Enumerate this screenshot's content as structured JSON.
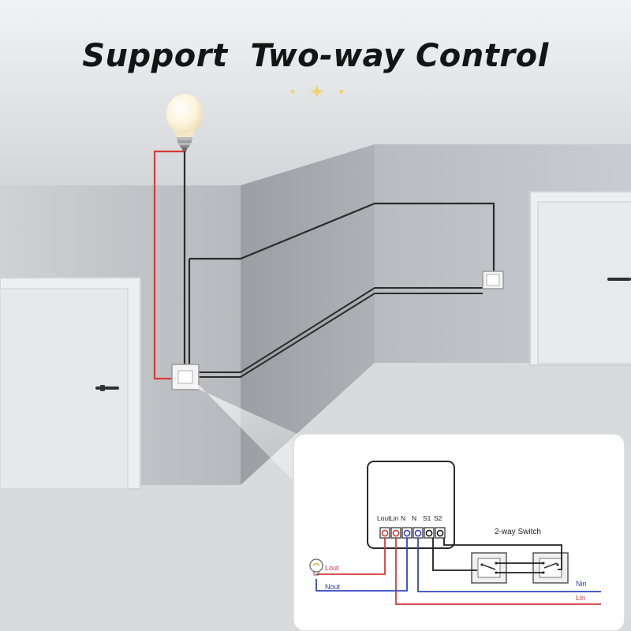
{
  "headline": "Support  Two-way Control",
  "module": {
    "terminals": [
      "Lout",
      "Lin",
      "N",
      "N",
      "S1",
      "S2"
    ]
  },
  "diagram_labels": {
    "switch_label": "2-way Switch",
    "lout": "Lout",
    "nout": "Nout",
    "nin": "Nin",
    "lin": "Lin"
  },
  "colors": {
    "live_wire": "#d63a3a",
    "neutral_wire": "#3346c2",
    "switch_wire": "#1e1e1e",
    "wall": "#a8abaf",
    "ceiling": "#d4d7da"
  },
  "icons": [
    "light-bulb-icon",
    "sparkle-icon",
    "wall-switch-icon",
    "door-handle-icon",
    "bulb-symbol-icon"
  ]
}
